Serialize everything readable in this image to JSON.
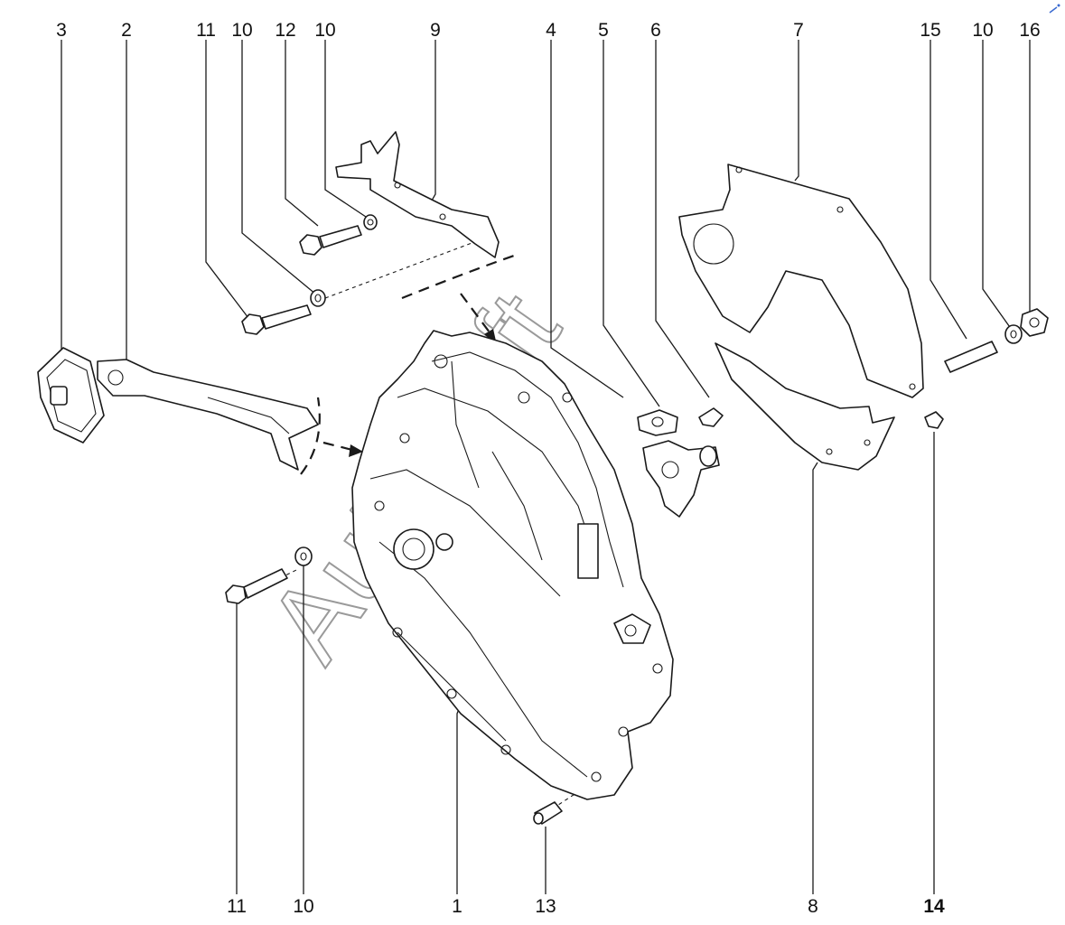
{
  "callouts": {
    "top": [
      "3",
      "2",
      "11",
      "10",
      "12",
      "10",
      "9",
      "4",
      "5",
      "6",
      "7",
      "15",
      "10",
      "16"
    ],
    "bottom": [
      "11",
      "10",
      "1",
      "13",
      "8",
      "14"
    ]
  },
  "watermark": "AutoSoft",
  "colors": {
    "line": "#1a1a1a",
    "watermark": "#9a9a9a",
    "background": "#ffffff"
  }
}
